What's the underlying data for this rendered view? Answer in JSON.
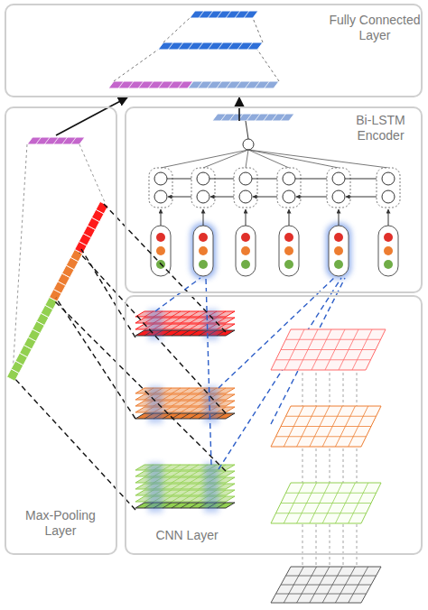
{
  "diagram": {
    "nodes": [
      {
        "text": [
          "Fully Connected Layer"
        ]
      },
      {
        "text": [
          "Max-Pooling Layer"
        ]
      },
      {
        "text": [
          "Bi-LSTM Encoder"
        ]
      },
      {
        "text": [
          "CNN Layer"
        ]
      }
    ],
    "edges": [
      {
        "from": 1,
        "to": 0,
        "arrow": "to"
      },
      {
        "from": 2,
        "to": 0,
        "arrow": "to"
      }
    ]
  }
}
